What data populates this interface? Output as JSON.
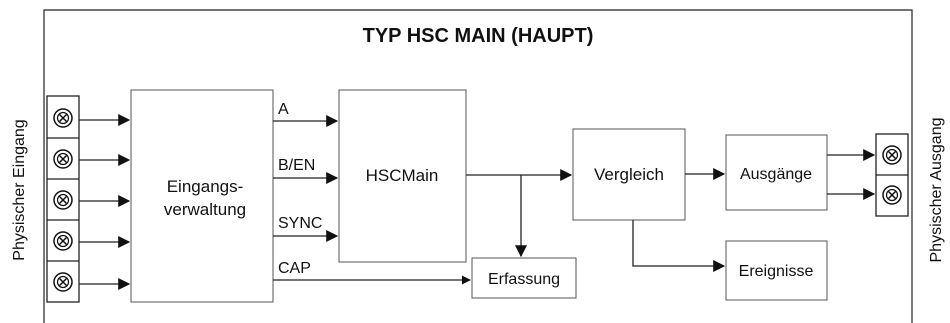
{
  "title": "TYP HSC MAIN (HAUPT)",
  "side_labels": {
    "left": "Physischer Eingang",
    "right": "Physischer Ausgang"
  },
  "blocks": {
    "input_management_line1": "Eingangs-",
    "input_management_line2": "verwaltung",
    "hscmain": "HSCMain",
    "compare": "Vergleich",
    "outputs": "Ausgänge",
    "capture": "Erfassung",
    "events": "Ereignisse"
  },
  "signals": {
    "a": "A",
    "b_en": "B/EN",
    "sync": "SYNC",
    "cap": "CAP"
  },
  "terminals": {
    "input_count": 5,
    "output_count": 2,
    "icon": "screw-terminal-icon"
  }
}
